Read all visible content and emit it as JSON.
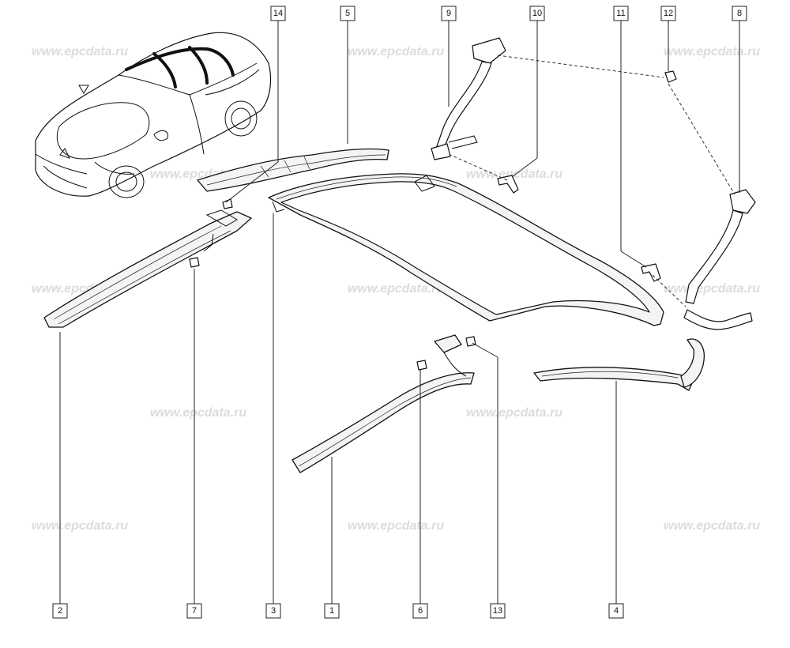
{
  "watermark": {
    "text": "www.epcdata.ru",
    "color": "#dcdcdc"
  },
  "callouts": [
    "14",
    "5",
    "9",
    "10",
    "11",
    "12",
    "8",
    "2",
    "7",
    "3",
    "1",
    "6",
    "13",
    "4"
  ],
  "colors": {
    "line": "#111111",
    "background": "#ffffff"
  }
}
